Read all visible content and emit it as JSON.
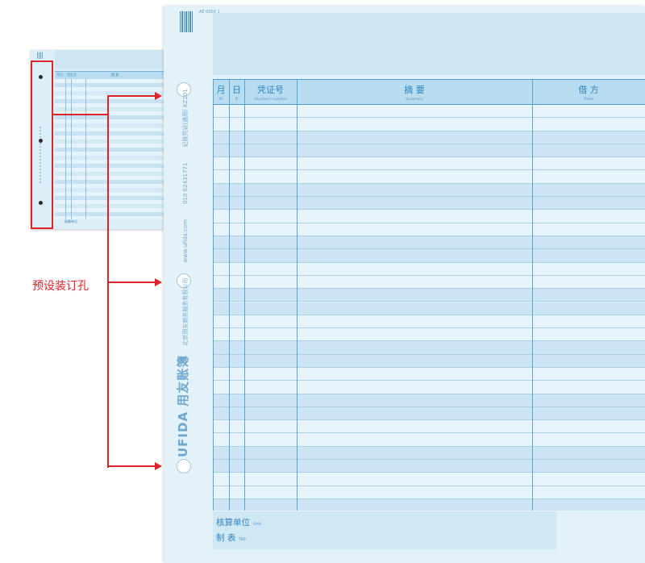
{
  "annotation": "预设装订孔",
  "sheet": {
    "code": "AE 0000 1",
    "brand": "UFIDA 用友账簿",
    "company": "北京用友商务服务有限公司",
    "website": "www.ufida.com",
    "phone": "010 62431771",
    "model": "记账凭证(通用)  KZ101",
    "columns": [
      {
        "cn": "月",
        "en": "M"
      },
      {
        "cn": "日",
        "en": "D"
      },
      {
        "cn": "凭证号",
        "en": "Voucher's number"
      },
      {
        "cn": "摘    要",
        "en": "Summary"
      },
      {
        "cn": "借    方",
        "en": "Debit"
      }
    ],
    "footer": {
      "unit_cn": "核算单位",
      "unit_en": "Unit",
      "tab_cn": "制    表",
      "tab_en": "Tab"
    }
  },
  "thumbnail": {
    "head_labels": [
      "月日",
      "凭证号",
      "摘    要"
    ],
    "footer_label": "核算单位"
  },
  "colors": {
    "accent_red": "#e0232a",
    "sheet_blue": "#e3f1f9",
    "line_blue": "#4d97c8"
  }
}
